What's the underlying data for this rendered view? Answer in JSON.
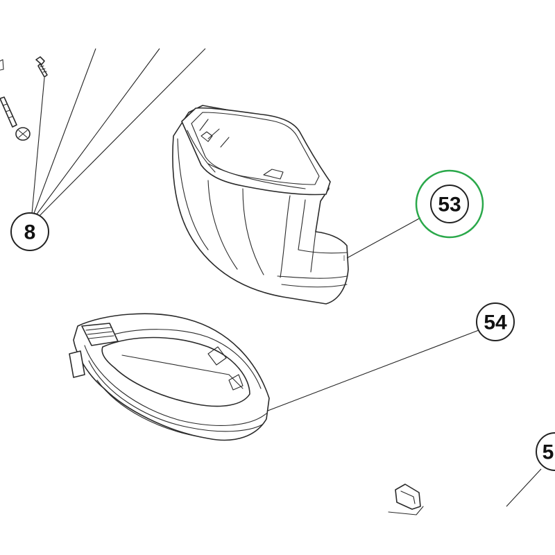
{
  "callouts": {
    "c8": {
      "label": "8"
    },
    "c53": {
      "label": "53"
    },
    "c54": {
      "label": "54"
    },
    "c55": {
      "label": "5"
    }
  },
  "colors": {
    "highlight": "#2aa84a",
    "line": "#2a2a2a"
  }
}
